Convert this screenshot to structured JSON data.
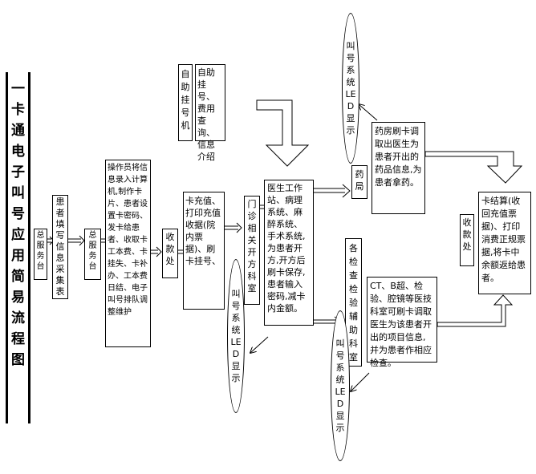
{
  "title": "一卡通电子叫号应用简易流程图",
  "nodes": {
    "zongfuwutai_1": "总服务台",
    "huanzhe_tianxie": "患者填写信息采集表",
    "zongfuwutai_2": "总服务台",
    "caozuoyuan": "操作员将信息录入计算机,制作卡片、患者设置卡密码、发卡给患者、收取卡工本费、卡挂失、卡补办、工本费日结、电子叫号排队调整维护",
    "shoukuanchu_1": "收款处",
    "kachongzhi": "卡充值、打印充值收据(院内票据)、刷卡挂号、",
    "menzhen_keshi": "门诊相关开方科室",
    "zizhu_guahaoji": "自助挂号机",
    "zizhu_guahao_desc": "自助挂号、费用查询、信息介绍",
    "yisheng_gongzuozhan": "医生工作站、病理系统、麻醉系统、手术系统,为患者开方,开方后刷卡保存,患者输入密码,减卡内金额。",
    "yaoju": "药局",
    "yaofang": "药房刷卡调取出医生为患者开出的药品信息,为患者拿药。",
    "jiancha_keshi": "各检查检验辅助科室",
    "ct_desc": "CT、B超、检验、腔镜等医技科室可刷卡调取医生为该患者开出的项目信息,并为患者作相应检查。",
    "shoukuanchu_2": "收款处",
    "kajiesuan": "卡结算(收回充值票据)、打印消费正规票据,将卡中余额返给患者。",
    "led_top": "叫号系统LED显示",
    "led_middle": "叫号系统LED显示",
    "led_bottom": "叫号系统LED显示"
  },
  "colors": {
    "line": "#000000",
    "background": "#ffffff"
  }
}
